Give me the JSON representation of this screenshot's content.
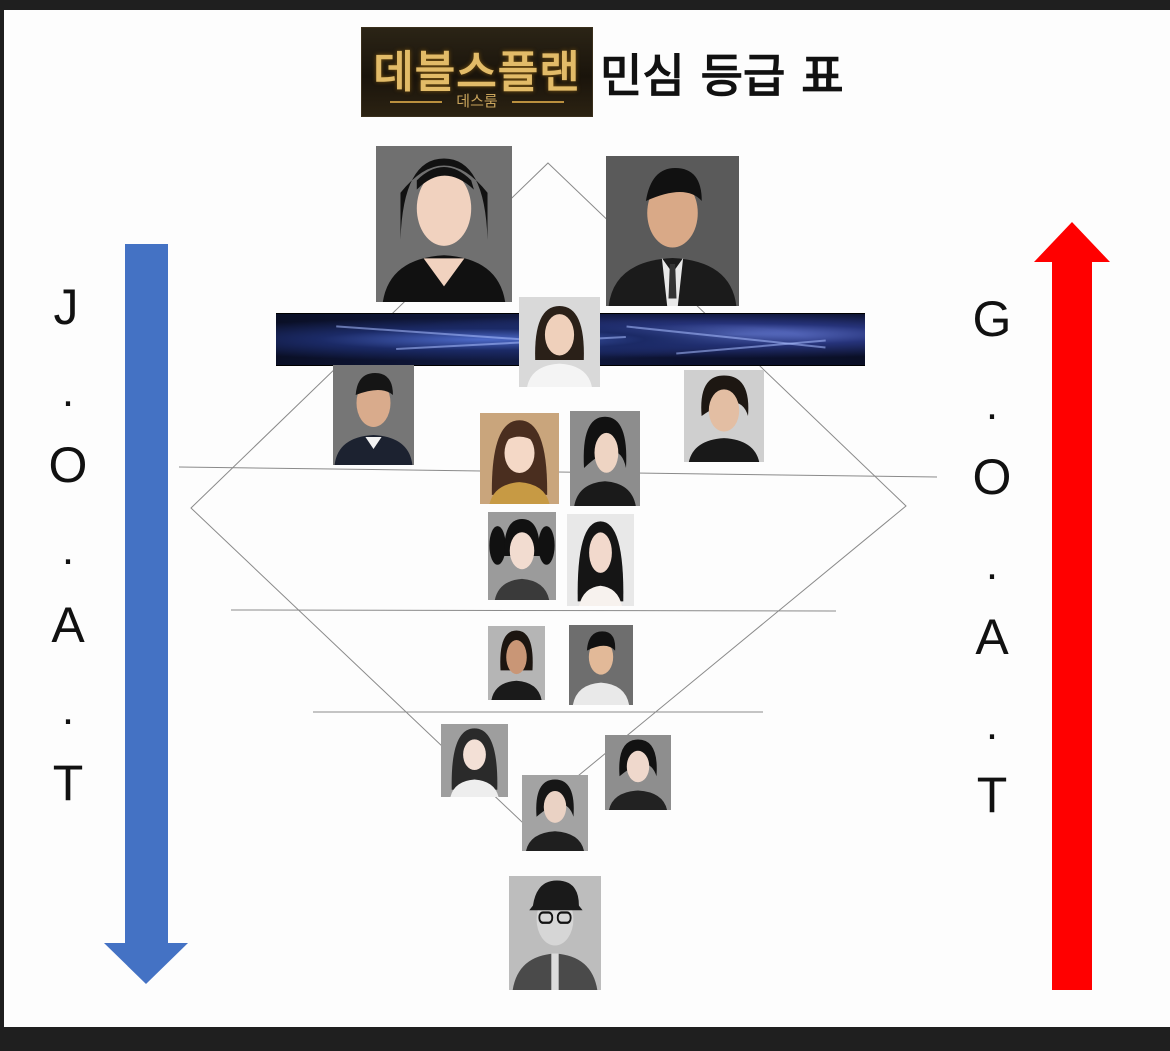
{
  "header": {
    "logo_main": "데블스플랜",
    "logo_sub": "데스룸",
    "title": "민심 등급 표"
  },
  "left_axis": {
    "letters": [
      "J",
      ".",
      "O",
      ".",
      "A",
      ".",
      "T"
    ],
    "arrow_color": "#4472c4",
    "direction": "down"
  },
  "right_axis": {
    "letters": [
      "G",
      ".",
      "O",
      ".",
      "A",
      ".",
      "T"
    ],
    "arrow_color": "#ff0000",
    "direction": "up"
  }
}
